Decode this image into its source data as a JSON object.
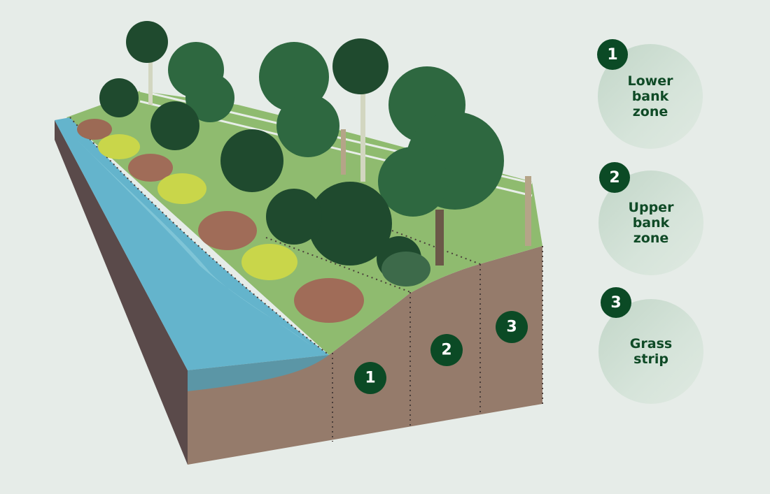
{
  "zones": [
    {
      "number": "1",
      "label": "Lower bank zone",
      "lines": [
        "Lower",
        "bank",
        "zone"
      ]
    },
    {
      "number": "2",
      "label": "Upper bank zone",
      "lines": [
        "Upper",
        "bank",
        "zone"
      ]
    },
    {
      "number": "3",
      "label": "Grass strip",
      "lines": [
        "Grass",
        "strip"
      ]
    }
  ],
  "colors": {
    "badge": "#0b4a25",
    "label_text": "#0f4a26",
    "water": "#64b4cc",
    "soil": "#957b6b",
    "grass": "#8fbb6f",
    "background": "#e6ece8"
  }
}
